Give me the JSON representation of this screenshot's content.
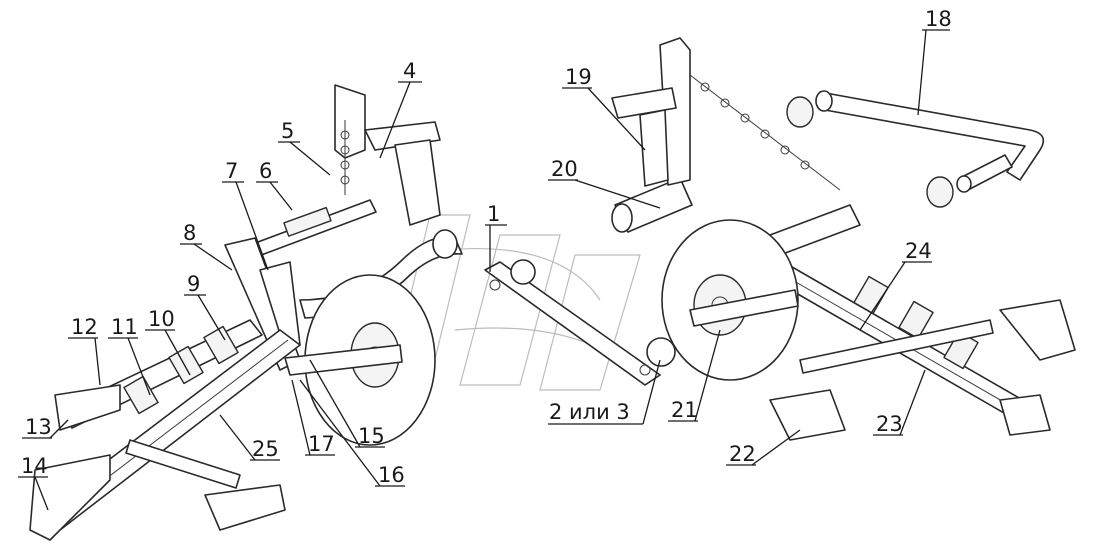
{
  "figure": {
    "callouts": [
      {
        "id": "c1",
        "text": "1"
      },
      {
        "id": "c2",
        "text": "2 или 3"
      },
      {
        "id": "c4",
        "text": "4"
      },
      {
        "id": "c5",
        "text": "5"
      },
      {
        "id": "c6",
        "text": "6"
      },
      {
        "id": "c7",
        "text": "7"
      },
      {
        "id": "c8",
        "text": "8"
      },
      {
        "id": "c9",
        "text": "9"
      },
      {
        "id": "c10",
        "text": "10"
      },
      {
        "id": "c11",
        "text": "11"
      },
      {
        "id": "c12",
        "text": "12"
      },
      {
        "id": "c13",
        "text": "13"
      },
      {
        "id": "c14",
        "text": "14"
      },
      {
        "id": "c15",
        "text": "15"
      },
      {
        "id": "c16",
        "text": "16"
      },
      {
        "id": "c17",
        "text": "17"
      },
      {
        "id": "c18",
        "text": "18"
      },
      {
        "id": "c19",
        "text": "19"
      },
      {
        "id": "c20",
        "text": "20"
      },
      {
        "id": "c21",
        "text": "21"
      },
      {
        "id": "c22",
        "text": "22"
      },
      {
        "id": "c23",
        "text": "23"
      },
      {
        "id": "c24",
        "text": "24"
      },
      {
        "id": "c25",
        "text": "25"
      }
    ]
  }
}
